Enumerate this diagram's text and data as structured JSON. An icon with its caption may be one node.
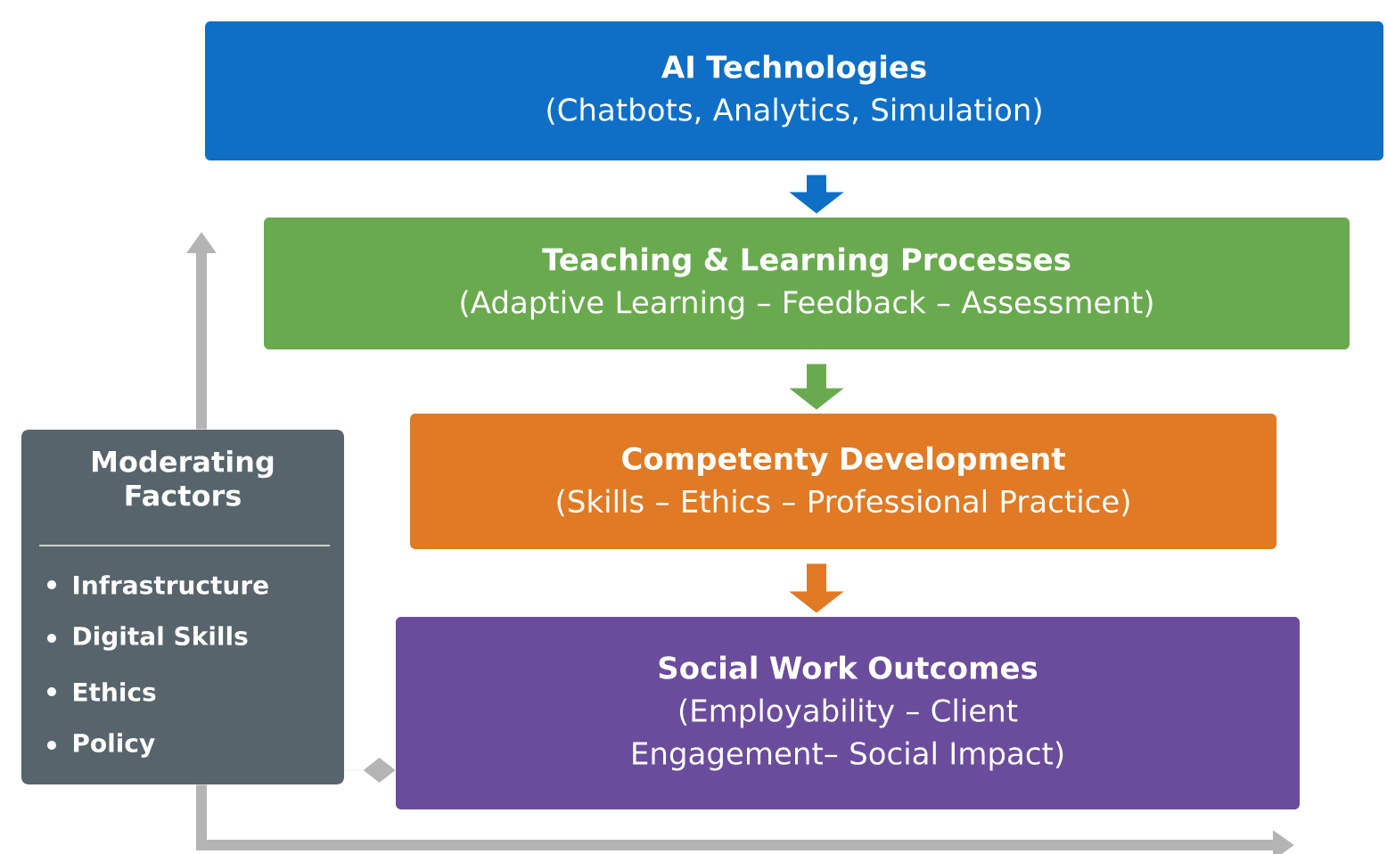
{
  "diagram": {
    "nodes": [
      {
        "text": [
          "AI Technologies",
          "(Chatbots, Analytics, Simulation)"
        ]
      },
      {
        "text": [
          "Teaching & Learning Processes",
          "(Adaptive Learning – Feedback – Assessment)"
        ]
      },
      {
        "text": [
          "Competenty Development",
          "(Skills – Ethics – Professional Practice)"
        ]
      },
      {
        "text": [
          "Social Work Outcomes",
          "(Employability – Client Engagement– Social Impact)"
        ]
      },
      {
        "text": [
          "Moderating Factors",
          "Infrastructure",
          "Digital Skills",
          "Ethics",
          "Policy"
        ]
      }
    ],
    "edges": [
      {
        "from": 0,
        "to": 1,
        "arrow": "to",
        "style": "thick",
        "color": "#0f6fc6"
      },
      {
        "from": 1,
        "to": 2,
        "arrow": "to",
        "style": "thick",
        "color": "#6aaa4f"
      },
      {
        "from": 2,
        "to": 3,
        "arrow": "to",
        "style": "thick",
        "color": "#e07a24"
      },
      {
        "from": 4,
        "to": null,
        "arrow": "to",
        "color": "#b4b4b4"
      },
      {
        "from": 4,
        "to": null,
        "arrow": "to",
        "color": "#b4b4b4"
      },
      {
        "from": 4,
        "to": 3,
        "arrow": "other",
        "color": "#b4b4b4"
      }
    ]
  }
}
